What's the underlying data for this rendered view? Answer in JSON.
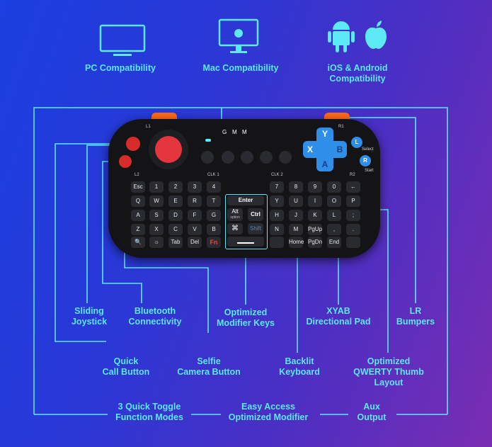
{
  "top_features": [
    {
      "label": "PC Compatibility",
      "icon": "monitor-icon"
    },
    {
      "label": "Mac Compatibility",
      "icon": "mac-monitor-icon"
    },
    {
      "label": "iOS & Android\nCompatibility",
      "icon": "android-apple-icon"
    }
  ],
  "callouts": {
    "sliding_joystick": "Sliding\nJoystick",
    "bluetooth": "Bluetooth\nConnectivity",
    "modifier_keys": "Optimized\nModifier Keys",
    "xyab": "XYAB\nDirectional Pad",
    "lr": "LR\nBumpers",
    "quick_call": "Quick\nCall Button",
    "selfie": "Selfie\nCamera Button",
    "backlit": "Backlit\nKeyboard",
    "qwerty": "Optimized\nQWERTY Thumb\nLayout",
    "toggle": "3 Quick Toggle\nFunction Modes",
    "easy_access": "Easy Access\nOptimized Modifier",
    "aux": "Aux\nOutput"
  },
  "device": {
    "mode_labels": [
      "G",
      "M",
      "M"
    ],
    "l1": "L1",
    "r1": "R1",
    "l2": "L2",
    "r2": "R2",
    "clk1": "CLK 1",
    "clk2": "CLK 2",
    "select": "Select",
    "start": "Start",
    "pad": {
      "y": "Y",
      "x": "X",
      "b": "B",
      "a": "A"
    },
    "round_buttons": {
      "l": "L",
      "r": "R"
    },
    "modifier_keys": {
      "enter": "Enter",
      "alt": "Alt",
      "alt_sub": "option",
      "ctrl": "Ctrl",
      "cmd": "⌘",
      "shift": "Shift"
    },
    "rows": [
      [
        "Esc",
        "1",
        "2",
        "3",
        "4",
        "",
        "7",
        "8",
        "9",
        "0",
        "←"
      ],
      [
        "Q",
        "W",
        "E",
        "R",
        "T",
        "",
        "Y",
        "U",
        "I",
        "O",
        "P"
      ],
      [
        "A",
        "S",
        "D",
        "F",
        "G",
        "",
        "H",
        "J",
        "K",
        "L",
        ";"
      ],
      [
        "Z",
        "X",
        "C",
        "V",
        "B",
        "",
        "N",
        "M",
        "PgUp",
        ",",
        "."
      ],
      [
        "🔍",
        "☼",
        "Tab",
        "Del",
        "Fn",
        "",
        "",
        "Home",
        "PgDn",
        "End",
        ""
      ]
    ],
    "colors": {
      "accent": "#5ce8f5",
      "bumper": "#ff6a1a",
      "pad": "#2f8fe8",
      "joystick": "#e5363d"
    }
  }
}
